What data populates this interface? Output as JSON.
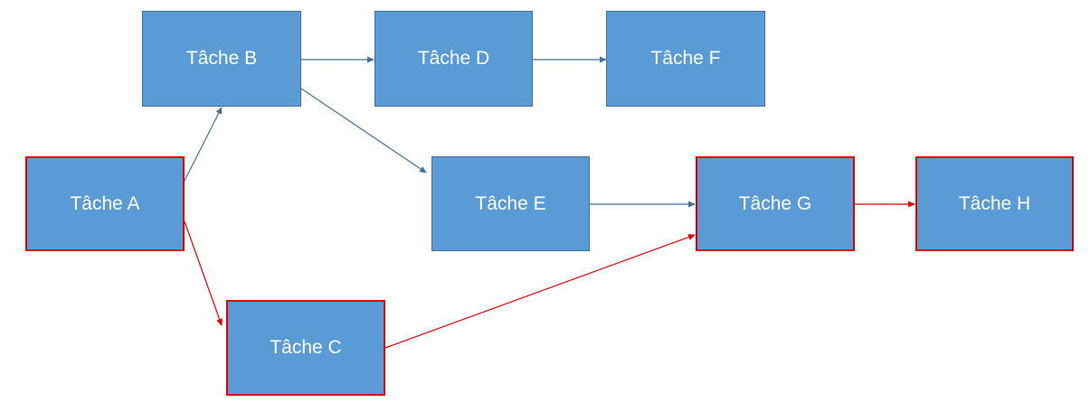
{
  "colors": {
    "node_fill": "#5b9bd5",
    "normal_edge": "#41719c",
    "critical_edge": "#e00000"
  },
  "nodes": {
    "A": {
      "label": "Tâche A",
      "critical": true
    },
    "B": {
      "label": "Tâche B",
      "critical": false
    },
    "C": {
      "label": "Tâche C",
      "critical": true
    },
    "D": {
      "label": "Tâche D",
      "critical": false
    },
    "E": {
      "label": "Tâche E",
      "critical": false
    },
    "F": {
      "label": "Tâche F",
      "critical": false
    },
    "G": {
      "label": "Tâche G",
      "critical": true
    },
    "H": {
      "label": "Tâche H",
      "critical": true
    }
  },
  "edges": [
    {
      "from": "A",
      "to": "B",
      "critical": false
    },
    {
      "from": "A",
      "to": "C",
      "critical": true
    },
    {
      "from": "B",
      "to": "D",
      "critical": false
    },
    {
      "from": "B",
      "to": "E",
      "critical": false
    },
    {
      "from": "D",
      "to": "F",
      "critical": false
    },
    {
      "from": "E",
      "to": "G",
      "critical": false
    },
    {
      "from": "C",
      "to": "G",
      "critical": true
    },
    {
      "from": "G",
      "to": "H",
      "critical": true
    }
  ]
}
